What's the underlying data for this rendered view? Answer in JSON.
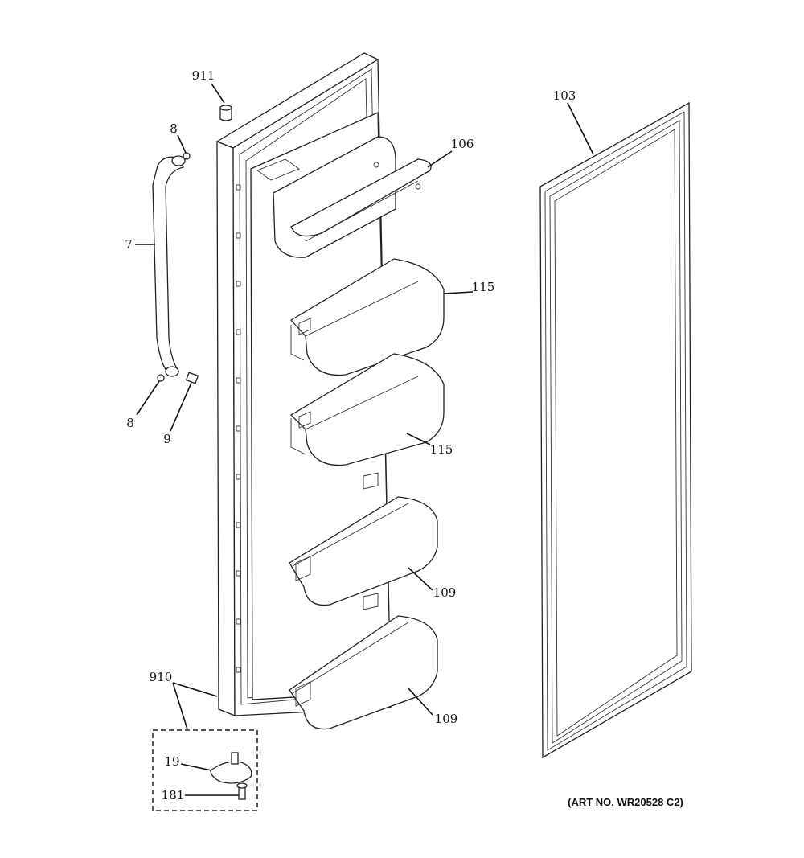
{
  "callouts": {
    "c911": "911",
    "c8_top": "8",
    "c7": "7",
    "c8_bottom": "8",
    "c9": "9",
    "c106": "106",
    "c115_upper": "115",
    "c115_lower": "115",
    "c109_upper": "109",
    "c109_lower": "109",
    "c103": "103",
    "c910": "910",
    "c19": "19",
    "c181": "181"
  },
  "art_number": "(ART NO. WR20528 C2)"
}
